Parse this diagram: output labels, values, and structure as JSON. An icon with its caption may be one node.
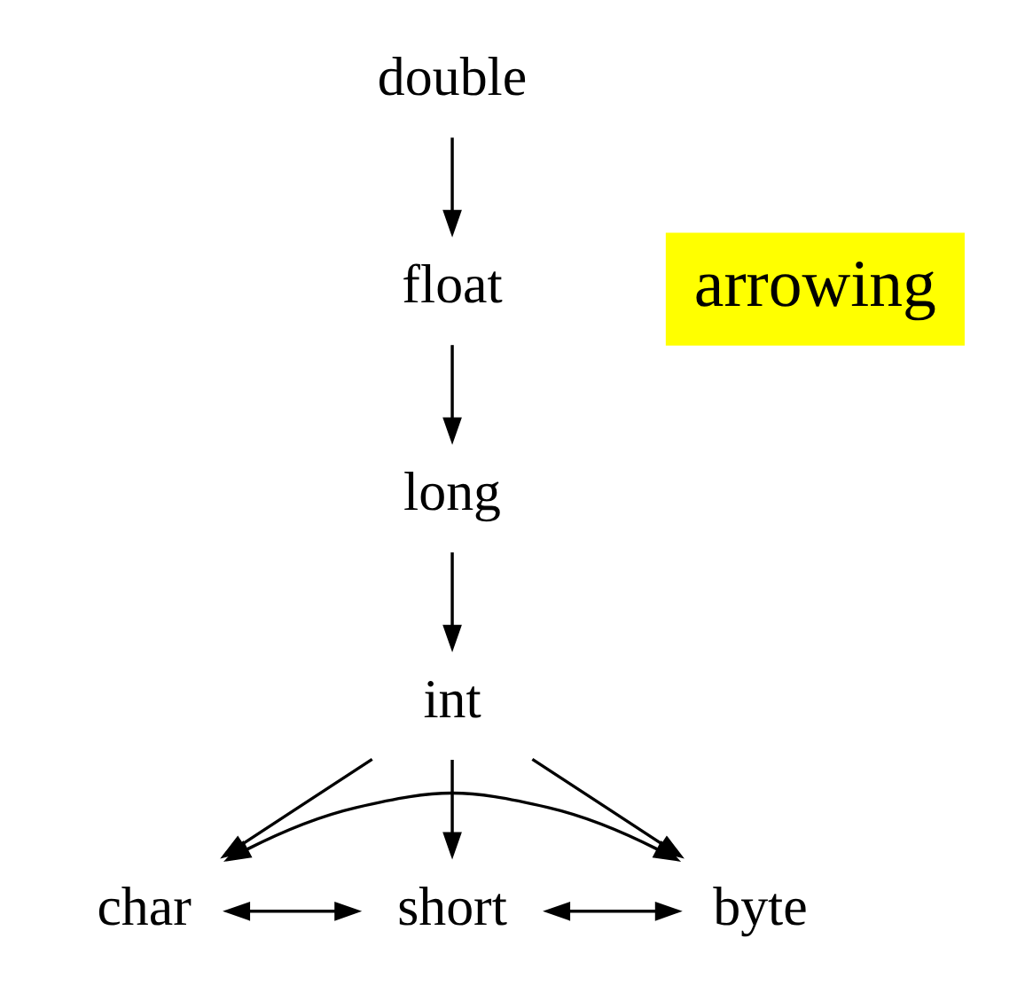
{
  "diagram": {
    "nodes": [
      {
        "text": [
          "double"
        ]
      },
      {
        "text": [
          "float"
        ]
      },
      {
        "text": [
          "arrowing"
        ]
      },
      {
        "text": [
          "long"
        ]
      },
      {
        "text": [
          "int"
        ]
      },
      {
        "text": [
          "char"
        ]
      },
      {
        "text": [
          "short"
        ]
      },
      {
        "text": [
          "byte"
        ]
      }
    ],
    "edges": [
      {
        "from": 0,
        "to": 1,
        "arrow": "to"
      },
      {
        "from": 1,
        "to": 3,
        "arrow": "to"
      },
      {
        "from": 3,
        "to": 4,
        "arrow": "to"
      },
      {
        "from": 4,
        "to": 5,
        "arrow": "to"
      },
      {
        "from": 4,
        "to": 6,
        "arrow": "to"
      },
      {
        "from": 4,
        "to": 7,
        "arrow": "to"
      },
      {
        "from": 5,
        "to": 6,
        "arrow": "both"
      },
      {
        "from": 6,
        "to": 7,
        "arrow": "both"
      },
      {
        "from": 5,
        "to": 7,
        "arrow": "both"
      }
    ]
  }
}
